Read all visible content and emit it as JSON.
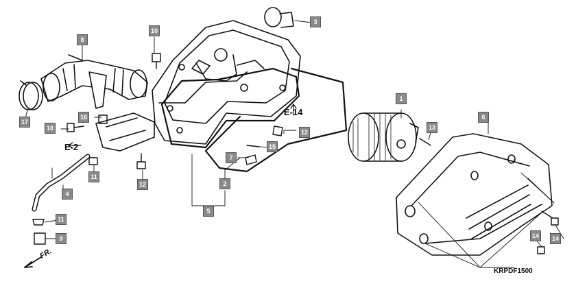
{
  "diagram": {
    "callouts": [
      "1",
      "2",
      "3",
      "4",
      "5",
      "6",
      "7",
      "8",
      "9",
      "10",
      "10",
      "11",
      "11",
      "12",
      "12",
      "12",
      "13",
      "14",
      "14",
      "15",
      "16",
      "17"
    ],
    "references": [
      "E-2",
      "E-14"
    ],
    "front_label": "FR.",
    "drawing_code": "KRPDF1500"
  }
}
